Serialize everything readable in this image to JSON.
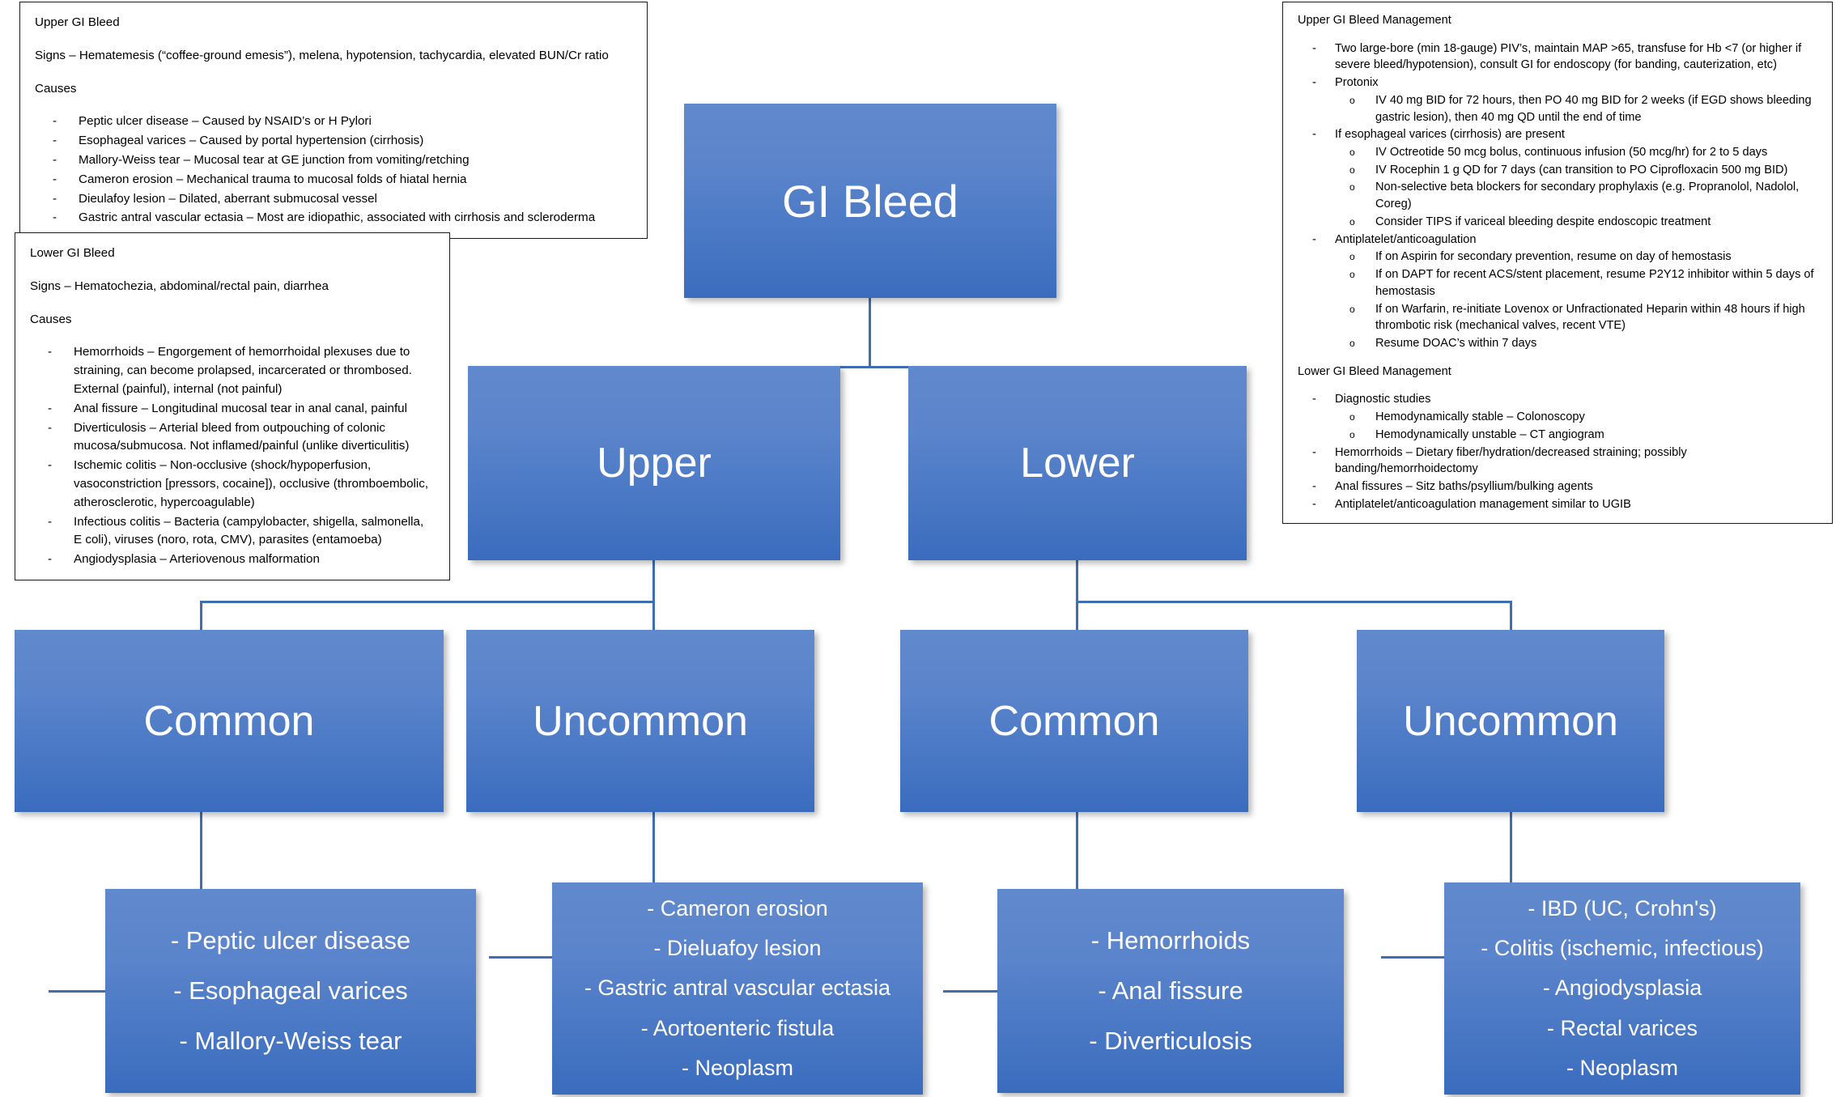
{
  "upper_gi_box": {
    "title": "Upper GI Bleed",
    "signs": "Signs – Hematemesis (“coffee-ground emesis”), melena, hypotension, tachycardia, elevated BUN/Cr ratio",
    "causes_label": "Causes",
    "causes": [
      "Peptic ulcer disease – Caused by NSAID’s or H Pylori",
      "Esophageal varices – Caused by portal hypertension (cirrhosis)",
      "Mallory-Weiss tear – Mucosal tear at GE junction from vomiting/retching",
      "Cameron erosion – Mechanical trauma to mucosal folds of hiatal hernia",
      "Dieulafoy lesion – Dilated, aberrant submucosal vessel",
      "Gastric antral vascular ectasia – Most are idiopathic, associated with cirrhosis and scleroderma"
    ]
  },
  "lower_gi_box": {
    "title": "Lower GI Bleed",
    "signs": "Signs – Hematochezia, abdominal/rectal pain, diarrhea",
    "causes_label": "Causes",
    "causes": [
      "Hemorrhoids – Engorgement of hemorrhoidal plexuses due to straining, can become prolapsed, incarcerated or thrombosed. External (painful), internal (not painful)",
      "Anal fissure – Longitudinal mucosal tear in anal canal, painful",
      "Diverticulosis – Arterial bleed from outpouching of colonic mucosa/submucosa. Not inflamed/painful (unlike diverticulitis)",
      "Ischemic colitis – Non-occlusive (shock/hypoperfusion, vasoconstriction [pressors, cocaine]), occlusive (thromboembolic, atherosclerotic, hypercoagulable)",
      "Infectious colitis – Bacteria (campylobacter, shigella, salmonella, E coli), viruses (noro, rota, CMV), parasites (entamoeba)",
      "Angiodysplasia – Arteriovenous malformation"
    ]
  },
  "management_box": {
    "ugib_title": "Upper GI Bleed Management",
    "ugib_items": [
      {
        "level": 1,
        "text": "Two large-bore (min 18-gauge) PIV’s, maintain MAP >65, transfuse for Hb <7 (or higher if severe bleed/hypotension), consult GI for endoscopy (for banding, cauterization, etc)"
      },
      {
        "level": 1,
        "text": "Protonix"
      },
      {
        "level": 2,
        "text": "IV 40 mg BID for 72 hours, then PO 40 mg BID for 2 weeks (if EGD shows bleeding gastric lesion), then 40 mg QD until the end of time"
      },
      {
        "level": 1,
        "text": "If esophageal varices (cirrhosis) are present"
      },
      {
        "level": 2,
        "text": "IV Octreotide 50 mcg bolus, continuous infusion (50 mcg/hr) for 2 to 5 days"
      },
      {
        "level": 2,
        "text": "IV Rocephin 1 g QD for 7 days (can transition to PO Ciprofloxacin 500 mg BID)"
      },
      {
        "level": 2,
        "text": "Non-selective beta blockers for secondary prophylaxis (e.g. Propranolol, Nadolol, Coreg)"
      },
      {
        "level": 2,
        "text": "Consider TIPS if variceal bleeding despite endoscopic treatment"
      },
      {
        "level": 1,
        "text": "Antiplatelet/anticoagulation"
      },
      {
        "level": 2,
        "text": "If on Aspirin for secondary prevention, resume on day of hemostasis"
      },
      {
        "level": 2,
        "text": "If on DAPT for recent ACS/stent placement, resume P2Y12 inhibitor within 5 days of hemostasis"
      },
      {
        "level": 2,
        "text": "If on Warfarin, re-initiate Lovenox or Unfractionated Heparin within 48 hours if high thrombotic risk (mechanical valves, recent VTE)"
      },
      {
        "level": 2,
        "text": "Resume DOAC’s within 7 days"
      }
    ],
    "lgib_title": "Lower GI Bleed Management",
    "lgib_items": [
      {
        "level": 1,
        "text": "Diagnostic studies"
      },
      {
        "level": 2,
        "text": "Hemodynamically stable – Colonoscopy"
      },
      {
        "level": 2,
        "text": "Hemodynamically unstable – CT angiogram"
      },
      {
        "level": 1,
        "text": "Hemorrhoids – Dietary fiber/hydration/decreased straining; possibly banding/hemorrhoidectomy"
      },
      {
        "level": 1,
        "text": "Anal fissures – Sitz baths/psyllium/bulking agents"
      },
      {
        "level": 1,
        "text": "Antiplatelet/anticoagulation management similar to UGIB"
      }
    ]
  },
  "flow": {
    "root": "GI Bleed",
    "upper": "Upper",
    "lower": "Lower",
    "upper_common": "Common",
    "upper_uncommon": "Uncommon",
    "lower_common": "Common",
    "lower_uncommon": "Uncommon",
    "upper_common_items": [
      "- Peptic ulcer disease",
      "- Esophageal varices",
      "- Mallory-Weiss tear"
    ],
    "upper_uncommon_items": [
      "- Cameron erosion",
      "- Dieluafoy lesion",
      "- Gastric antral vascular ectasia",
      "- Aortoenteric fistula",
      "- Neoplasm"
    ],
    "lower_common_items": [
      "- Hemorrhoids",
      "- Anal fissure",
      "- Diverticulosis"
    ],
    "lower_uncommon_items": [
      "- IBD (UC, Crohn's)",
      "- Colitis (ischemic, infectious)",
      "- Angiodysplasia",
      "- Rectal varices",
      "- Neoplasm"
    ]
  },
  "colors": {
    "node_fill_top": "#6189cd",
    "node_fill_bottom": "#3a6cbe",
    "connector": "#3f6eb5",
    "note_border": "#1a1a1a",
    "node_text": "#ffffff"
  }
}
